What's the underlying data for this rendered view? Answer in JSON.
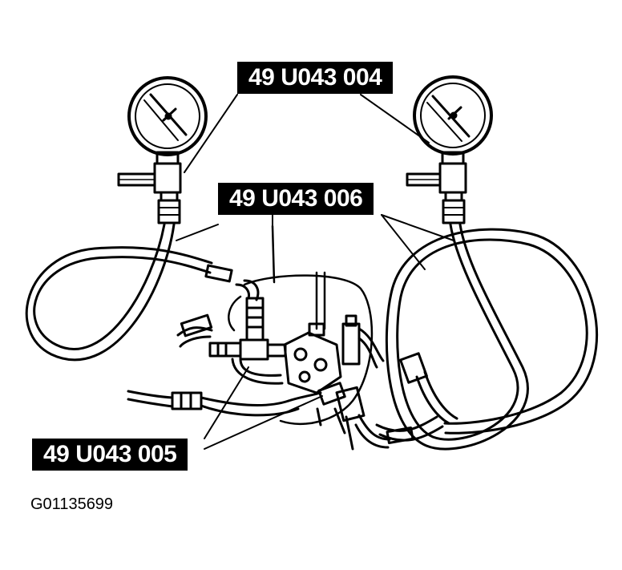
{
  "labels": {
    "gauge_set": "49 U043 004",
    "hose_set": "49 U043 006",
    "adapter_set": "49 U043 005"
  },
  "figure_id": "G01135699",
  "colors": {
    "line": "#000000",
    "background": "#ffffff",
    "label_bg": "#000000",
    "label_text": "#ffffff"
  },
  "icons": [
    "pressure-gauge-icon",
    "valve-handle-icon",
    "fitting-icon"
  ]
}
